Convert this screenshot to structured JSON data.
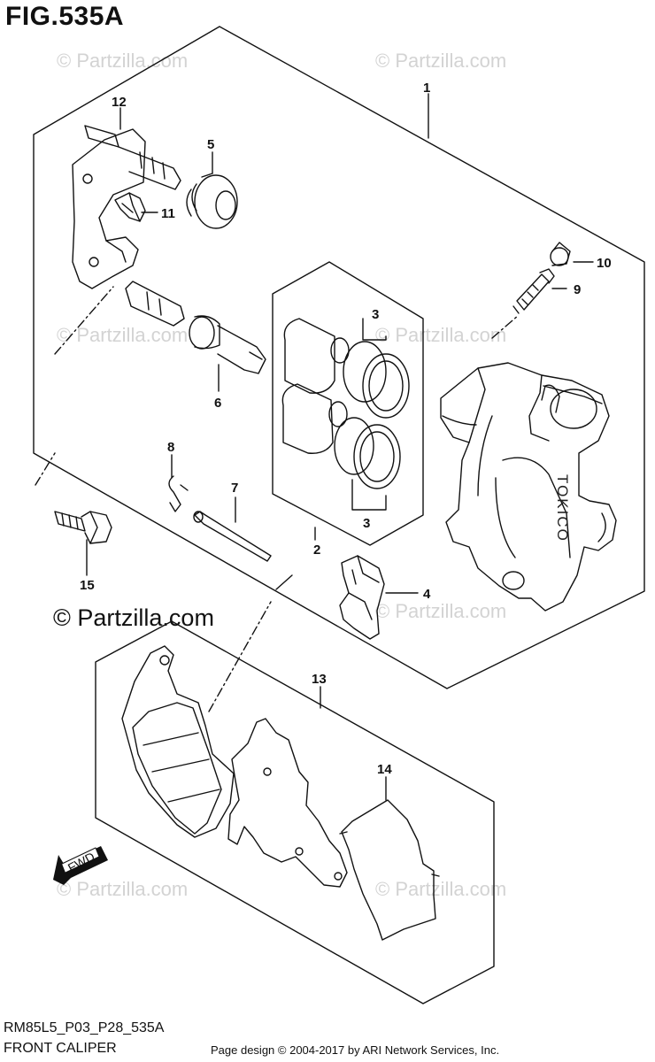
{
  "figure": {
    "title": "FIG.535A",
    "part_code": "RM85L5_P03_P28_535A",
    "part_name": "FRONT CALIPER",
    "credits": "Page design © 2004-2017 by ARI Network Services, Inc.",
    "copyright": "© Partzilla.com",
    "watermark": "© Partzilla.com"
  },
  "callouts": {
    "c1": "1",
    "c2": "2",
    "c3a": "3",
    "c3b": "3",
    "c4": "4",
    "c5": "5",
    "c6": "6",
    "c7": "7",
    "c8": "8",
    "c9": "9",
    "c10": "10",
    "c11": "11",
    "c12": "12",
    "c13": "13",
    "c14": "14",
    "c15": "15"
  },
  "caliper_brand": "TOKICO",
  "direction_arrow": "FWD",
  "colors": {
    "line": "#111111",
    "watermark": "#d3d3d3",
    "background": "#ffffff"
  }
}
